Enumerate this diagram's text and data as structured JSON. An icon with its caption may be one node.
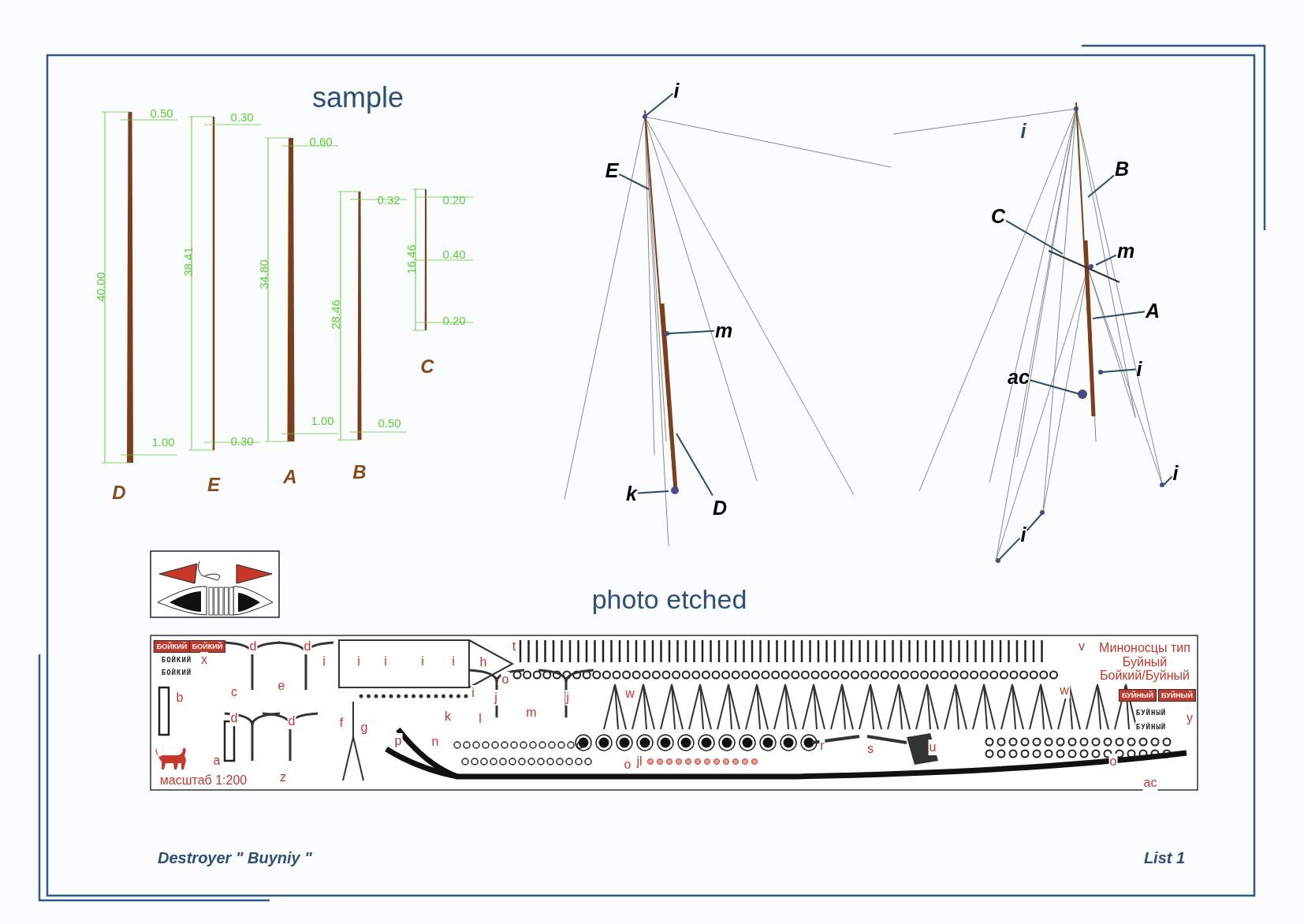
{
  "diagram": {
    "nodes": [
      {
        "text": [
          "i"
        ]
      },
      {
        "text": [
          "E"
        ]
      },
      {
        "text": [
          "m"
        ]
      },
      {
        "text": [
          "k"
        ]
      },
      {
        "text": [
          "D"
        ]
      },
      {
        "text": [
          "B"
        ]
      },
      {
        "text": [
          "C"
        ]
      },
      {
        "text": [
          "m"
        ]
      },
      {
        "text": [
          "A"
        ]
      },
      {
        "text": [
          "i"
        ]
      },
      {
        "text": [
          "ac"
        ]
      },
      {
        "text": [
          "i"
        ]
      },
      {
        "text": [
          "i"
        ]
      }
    ],
    "edges": [
      {
        "from": 0,
        "to": null,
        "arrow": "none"
      },
      {
        "from": 1,
        "to": null,
        "arrow": "none"
      },
      {
        "from": 2,
        "to": null,
        "arrow": "none"
      },
      {
        "from": 3,
        "to": null,
        "arrow": "none"
      },
      {
        "from": 4,
        "to": null,
        "arrow": "none"
      },
      {
        "from": 5,
        "to": null,
        "arrow": "none"
      },
      {
        "from": 6,
        "to": null,
        "arrow": "none"
      },
      {
        "from": 7,
        "to": null,
        "arrow": "none"
      },
      {
        "from": 8,
        "to": null,
        "arrow": "none"
      },
      {
        "from": 9,
        "to": null,
        "arrow": "none"
      },
      {
        "from": 10,
        "to": null,
        "arrow": "none"
      },
      {
        "from": 11,
        "to": null,
        "arrow": "none"
      },
      {
        "from": 12,
        "to": null,
        "arrow": "none"
      },
      {
        "from": 12,
        "to": null,
        "arrow": "none"
      }
    ],
    "labels": [
      "sample",
      "0.50",
      "1.00",
      "40.00",
      "D",
      "0.30",
      "0.30",
      "38.41",
      "E",
      "0.60",
      "1.00",
      "34.80",
      "A",
      "0.32",
      "0.50",
      "28.46",
      "B",
      "0.20",
      "0.40",
      "0.20",
      "16.46",
      "C",
      "i",
      "photo etched",
      "БОЙКИЙ",
      "БОЙКИЙ",
      "БОЙКИЙ",
      "x",
      "БОЙКИЙ",
      "c",
      "d",
      "d",
      "e",
      "i",
      "i",
      "i",
      "i",
      "i",
      "h",
      "t",
      "o",
      "i",
      "j",
      "j",
      "m",
      "w",
      "w",
      "v",
      "Миноносцы тип Буйный Бойкий/Буйный",
      "БУЙНЫЙ",
      "БУЙНЫЙ",
      "БУЙНЫЙ",
      "БУЙНЫЙ",
      "y",
      "b",
      "d",
      "d",
      "a",
      "f",
      "g",
      "k",
      "l",
      "p",
      "n",
      "o",
      "jl",
      "r",
      "s",
      "u",
      "o",
      "z",
      "масштаб 1:200",
      "ac",
      "Destroyer \" Buyniy \"",
      "List 1"
    ]
  }
}
